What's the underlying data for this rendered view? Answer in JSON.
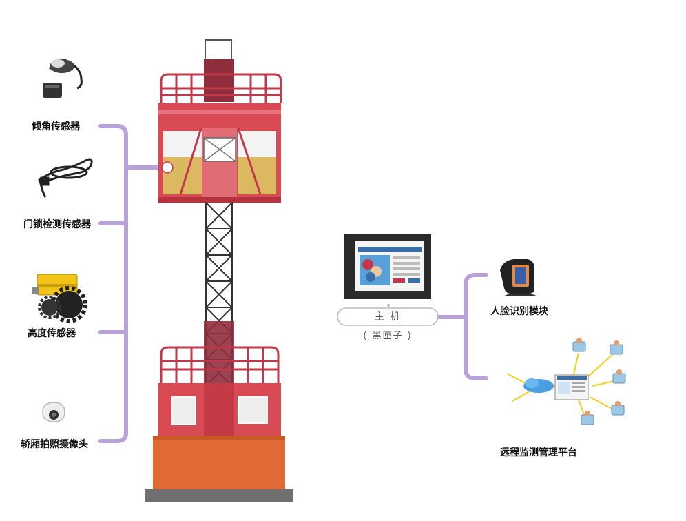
{
  "sensors": {
    "tilt": "倾角传感器",
    "door_lock": "门锁检测传感器",
    "height": "高度传感器",
    "camera": "轿厢拍照摄像头"
  },
  "host": {
    "title": "主 机",
    "subtitle": "( 黑匣子 )"
  },
  "modules": {
    "face": "人脸识别模块",
    "remote": "远程监测管理平台"
  },
  "colors": {
    "connector": "#b9a1d9",
    "cabin_red": "#d94a55",
    "cabin_dark": "#8f2d3d",
    "base_orange": "#e06a35",
    "panel_yellow": "#dcb860",
    "mast": "#333333"
  }
}
